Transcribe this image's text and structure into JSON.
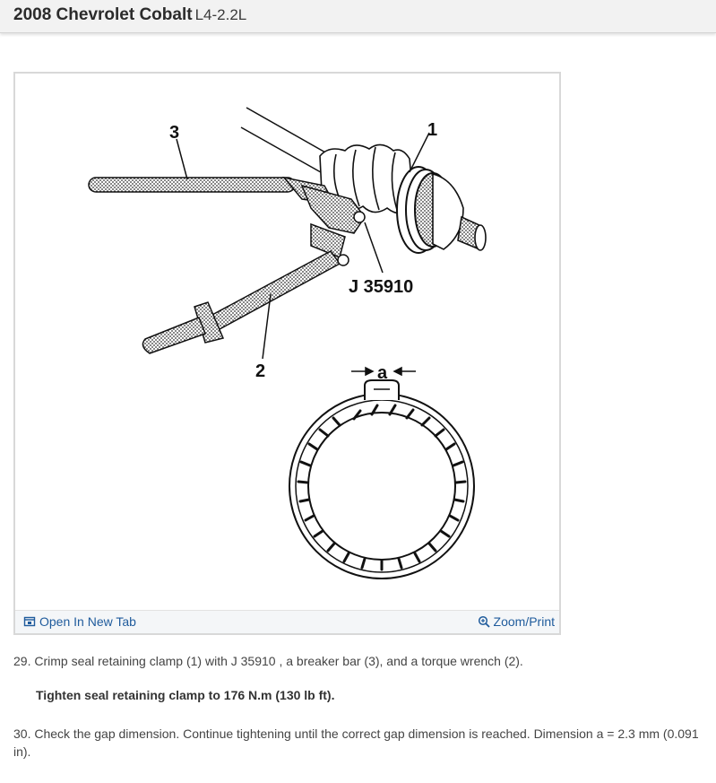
{
  "header": {
    "vehicle": "2008 Chevrolet Cobalt",
    "engine": "L4-2.2L"
  },
  "figure": {
    "callouts": {
      "clamp": "1",
      "torque_wrench": "2",
      "breaker_bar": "3",
      "tool": "J 35910",
      "gap": "a"
    },
    "open_tab_label": "Open In New Tab",
    "zoom_label": "Zoom/Print",
    "open_tab_icon": "open-tab-icon",
    "zoom_icon": "magnifier-icon",
    "link_color": "#1f5b9c"
  },
  "steps": {
    "step29": "29. Crimp seal retaining clamp (1) with J 35910 , a breaker bar (3), and a torque wrench (2).",
    "spec29": "Tighten seal retaining clamp to 176 N.m (130 lb ft).",
    "step30": "30. Check the gap dimension. Continue tightening until the correct gap dimension is reached. Dimension a = 2.3 mm (0.091 in)."
  }
}
